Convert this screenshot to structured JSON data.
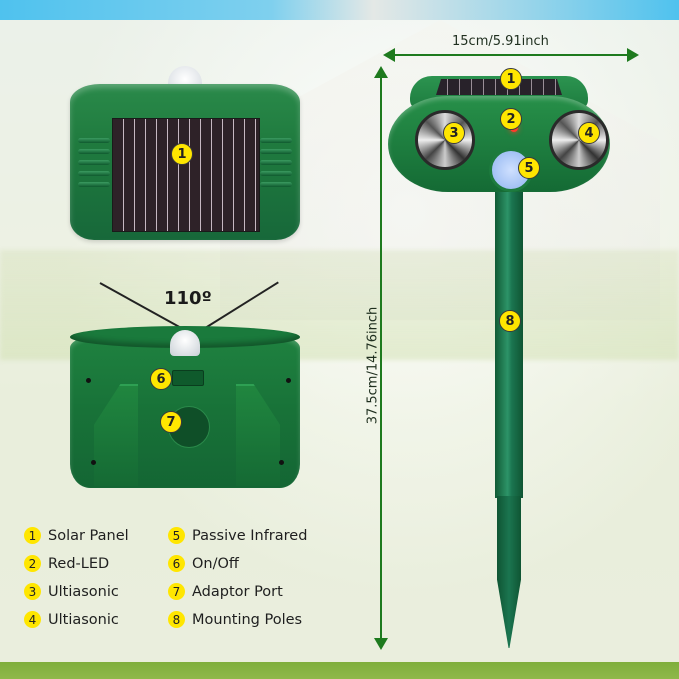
{
  "dimensions": {
    "width_label": "15cm/5.91inch",
    "height_label": "37.5cm/14.76inch"
  },
  "views": {
    "front_view": {
      "callouts": [
        "1"
      ]
    },
    "back_view": {
      "angle_label": "110º",
      "callouts": [
        "6",
        "7"
      ]
    },
    "assembled_view": {
      "callouts": [
        "1",
        "2",
        "3",
        "4",
        "5",
        "8"
      ]
    }
  },
  "legend": [
    {
      "number": "1",
      "label": "Solar Panel"
    },
    {
      "number": "2",
      "label": "Red-LED"
    },
    {
      "number": "3",
      "label": "Ultiasonic"
    },
    {
      "number": "4",
      "label": "Ultiasonic"
    },
    {
      "number": "5",
      "label": "Passive Infrared"
    },
    {
      "number": "6",
      "label": "On/Off"
    },
    {
      "number": "7",
      "label": "Adaptor Port"
    },
    {
      "number": "8",
      "label": "Mounting Poles"
    }
  ],
  "colors": {
    "device_green": "#1c7a3d",
    "badge_yellow": "#ffe600",
    "arrow_green": "#1e7a1e",
    "led_red": "#ff3b2a"
  }
}
